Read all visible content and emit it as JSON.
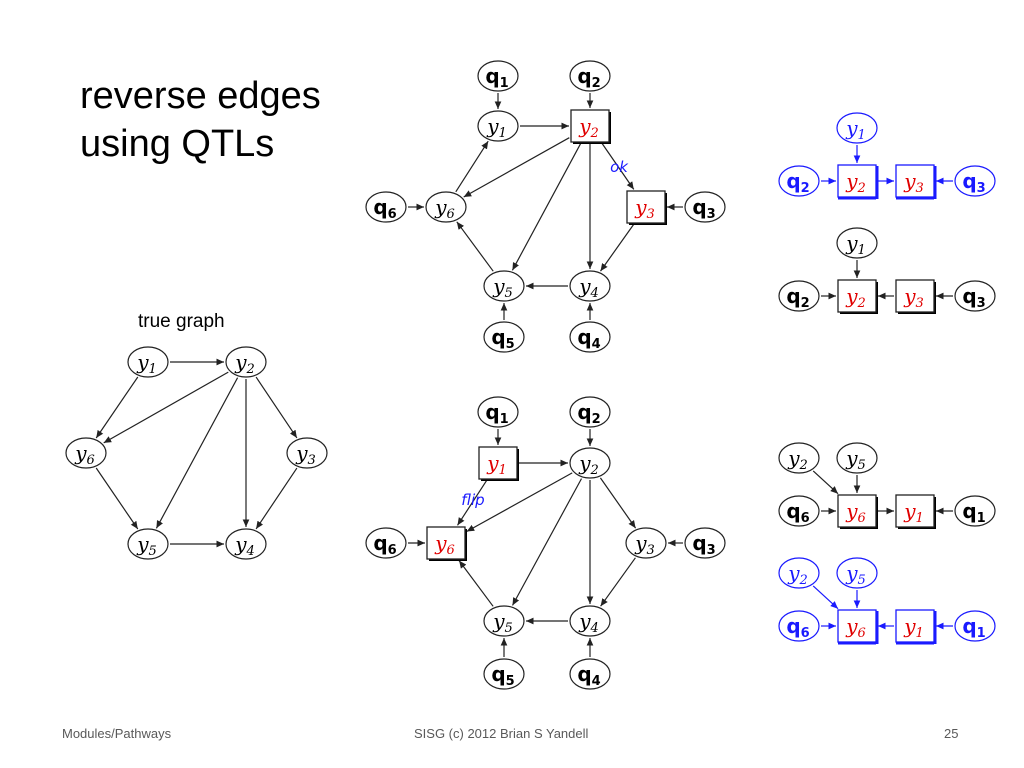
{
  "slide": {
    "title_line1": "reverse edges",
    "title_line2": "using QTLs",
    "true_graph_label": "true graph"
  },
  "footer": {
    "left": "Modules/Pathways",
    "center": "SISG (c) 2012 Brian S Yandell",
    "page": "25"
  },
  "colors": {
    "highlight": "#1a1aff",
    "causal": "#e00000",
    "edge": "#222222"
  },
  "edge_labels": {
    "ok": "ok",
    "flip": "flip"
  },
  "graphs": {
    "true": {
      "nodes": [
        {
          "id": "y1",
          "base": "y",
          "sub": "1"
        },
        {
          "id": "y2",
          "base": "y",
          "sub": "2"
        },
        {
          "id": "y3",
          "base": "y",
          "sub": "3"
        },
        {
          "id": "y4",
          "base": "y",
          "sub": "4"
        },
        {
          "id": "y5",
          "base": "y",
          "sub": "5"
        },
        {
          "id": "y6",
          "base": "y",
          "sub": "6"
        }
      ],
      "edges": [
        [
          "y1",
          "y2"
        ],
        [
          "y1",
          "y6"
        ],
        [
          "y2",
          "y6"
        ],
        [
          "y2",
          "y5"
        ],
        [
          "y2",
          "y4"
        ],
        [
          "y2",
          "y3"
        ],
        [
          "y3",
          "y4"
        ],
        [
          "y6",
          "y5"
        ],
        [
          "y5",
          "y4"
        ]
      ]
    },
    "top": {
      "nodes": [
        {
          "id": "q1",
          "base": "q",
          "sub": "1"
        },
        {
          "id": "q2",
          "base": "q",
          "sub": "2"
        },
        {
          "id": "y1",
          "base": "y",
          "sub": "1"
        },
        {
          "id": "y2",
          "base": "y",
          "sub": "2",
          "box": true
        },
        {
          "id": "q6",
          "base": "q",
          "sub": "6"
        },
        {
          "id": "y6",
          "base": "y",
          "sub": "6"
        },
        {
          "id": "y3",
          "base": "y",
          "sub": "3",
          "box": true
        },
        {
          "id": "q3",
          "base": "q",
          "sub": "3"
        },
        {
          "id": "y5",
          "base": "y",
          "sub": "5"
        },
        {
          "id": "y4",
          "base": "y",
          "sub": "4"
        },
        {
          "id": "q5",
          "base": "q",
          "sub": "5"
        },
        {
          "id": "q4",
          "base": "q",
          "sub": "4"
        }
      ],
      "edges": [
        [
          "q1",
          "y1"
        ],
        [
          "q2",
          "y2"
        ],
        [
          "y1",
          "y2"
        ],
        [
          "y6",
          "y1"
        ],
        [
          "y2",
          "y6"
        ],
        [
          "y2",
          "y5"
        ],
        [
          "y2",
          "y4"
        ],
        [
          "y2",
          "y3",
          "ok"
        ],
        [
          "q3",
          "y3"
        ],
        [
          "y3",
          "y4"
        ],
        [
          "y5",
          "y6"
        ],
        [
          "q6",
          "y6"
        ],
        [
          "y4",
          "y5"
        ],
        [
          "q5",
          "y5"
        ],
        [
          "q4",
          "y4"
        ]
      ]
    },
    "bottom": {
      "nodes": [
        {
          "id": "q1",
          "base": "q",
          "sub": "1"
        },
        {
          "id": "q2",
          "base": "q",
          "sub": "2"
        },
        {
          "id": "y1",
          "base": "y",
          "sub": "1",
          "box": true
        },
        {
          "id": "y2",
          "base": "y",
          "sub": "2"
        },
        {
          "id": "q6",
          "base": "q",
          "sub": "6"
        },
        {
          "id": "y6",
          "base": "y",
          "sub": "6",
          "box": true
        },
        {
          "id": "y3",
          "base": "y",
          "sub": "3"
        },
        {
          "id": "q3",
          "base": "q",
          "sub": "3"
        },
        {
          "id": "y5",
          "base": "y",
          "sub": "5"
        },
        {
          "id": "y4",
          "base": "y",
          "sub": "4"
        },
        {
          "id": "q5",
          "base": "q",
          "sub": "5"
        },
        {
          "id": "q4",
          "base": "q",
          "sub": "4"
        }
      ],
      "edges": [
        [
          "q1",
          "y1"
        ],
        [
          "q2",
          "y2"
        ],
        [
          "y1",
          "y2"
        ],
        [
          "y1",
          "y6",
          "flip"
        ],
        [
          "y2",
          "y6"
        ],
        [
          "y2",
          "y5"
        ],
        [
          "y2",
          "y4"
        ],
        [
          "y2",
          "y3"
        ],
        [
          "q3",
          "y3"
        ],
        [
          "y3",
          "y4"
        ],
        [
          "y5",
          "y6"
        ],
        [
          "q6",
          "y6"
        ],
        [
          "y4",
          "y5"
        ],
        [
          "q5",
          "y5"
        ],
        [
          "q4",
          "y4"
        ]
      ]
    },
    "right1": {
      "nodes": [
        {
          "id": "y1",
          "base": "y",
          "sub": "1",
          "hl": true
        },
        {
          "id": "q2",
          "base": "q",
          "sub": "2",
          "hl": true
        },
        {
          "id": "y2",
          "base": "y",
          "sub": "2",
          "box": true,
          "hl": true
        },
        {
          "id": "y3",
          "base": "y",
          "sub": "3",
          "box": true,
          "hl": true
        },
        {
          "id": "q3",
          "base": "q",
          "sub": "3",
          "hl": true
        }
      ],
      "edges": [
        [
          "y1",
          "y2",
          null,
          true
        ],
        [
          "q2",
          "y2",
          null,
          true
        ],
        [
          "y2",
          "y3",
          null,
          true
        ],
        [
          "q3",
          "y3",
          null,
          true
        ]
      ]
    },
    "right2": {
      "nodes": [
        {
          "id": "y1",
          "base": "y",
          "sub": "1"
        },
        {
          "id": "q2",
          "base": "q",
          "sub": "2"
        },
        {
          "id": "y2",
          "base": "y",
          "sub": "2",
          "box": true
        },
        {
          "id": "y3",
          "base": "y",
          "sub": "3",
          "box": true
        },
        {
          "id": "q3",
          "base": "q",
          "sub": "3"
        }
      ],
      "edges": [
        [
          "y1",
          "y2"
        ],
        [
          "q2",
          "y2"
        ],
        [
          "y3",
          "y2"
        ],
        [
          "q3",
          "y3"
        ]
      ]
    },
    "right3": {
      "nodes": [
        {
          "id": "y2",
          "base": "y",
          "sub": "2"
        },
        {
          "id": "y5",
          "base": "y",
          "sub": "5"
        },
        {
          "id": "q6",
          "base": "q",
          "sub": "6"
        },
        {
          "id": "y6",
          "base": "y",
          "sub": "6",
          "box": true
        },
        {
          "id": "y1",
          "base": "y",
          "sub": "1",
          "box": true
        },
        {
          "id": "q1",
          "base": "q",
          "sub": "1"
        }
      ],
      "edges": [
        [
          "y2",
          "y6"
        ],
        [
          "y5",
          "y6"
        ],
        [
          "q6",
          "y6"
        ],
        [
          "y6",
          "y1"
        ],
        [
          "q1",
          "y1"
        ]
      ]
    },
    "right4": {
      "nodes": [
        {
          "id": "y2",
          "base": "y",
          "sub": "2",
          "hl": true
        },
        {
          "id": "y5",
          "base": "y",
          "sub": "5",
          "hl": true
        },
        {
          "id": "q6",
          "base": "q",
          "sub": "6",
          "hl": true
        },
        {
          "id": "y6",
          "base": "y",
          "sub": "6",
          "box": true,
          "hl": true
        },
        {
          "id": "y1",
          "base": "y",
          "sub": "1",
          "box": true,
          "hl": true
        },
        {
          "id": "q1",
          "base": "q",
          "sub": "1",
          "hl": true
        }
      ],
      "edges": [
        [
          "y2",
          "y6",
          null,
          true
        ],
        [
          "y5",
          "y6",
          null,
          true
        ],
        [
          "q6",
          "y6",
          null,
          true
        ],
        [
          "y1",
          "y6",
          null,
          true
        ],
        [
          "q1",
          "y1",
          null,
          true
        ]
      ]
    }
  }
}
